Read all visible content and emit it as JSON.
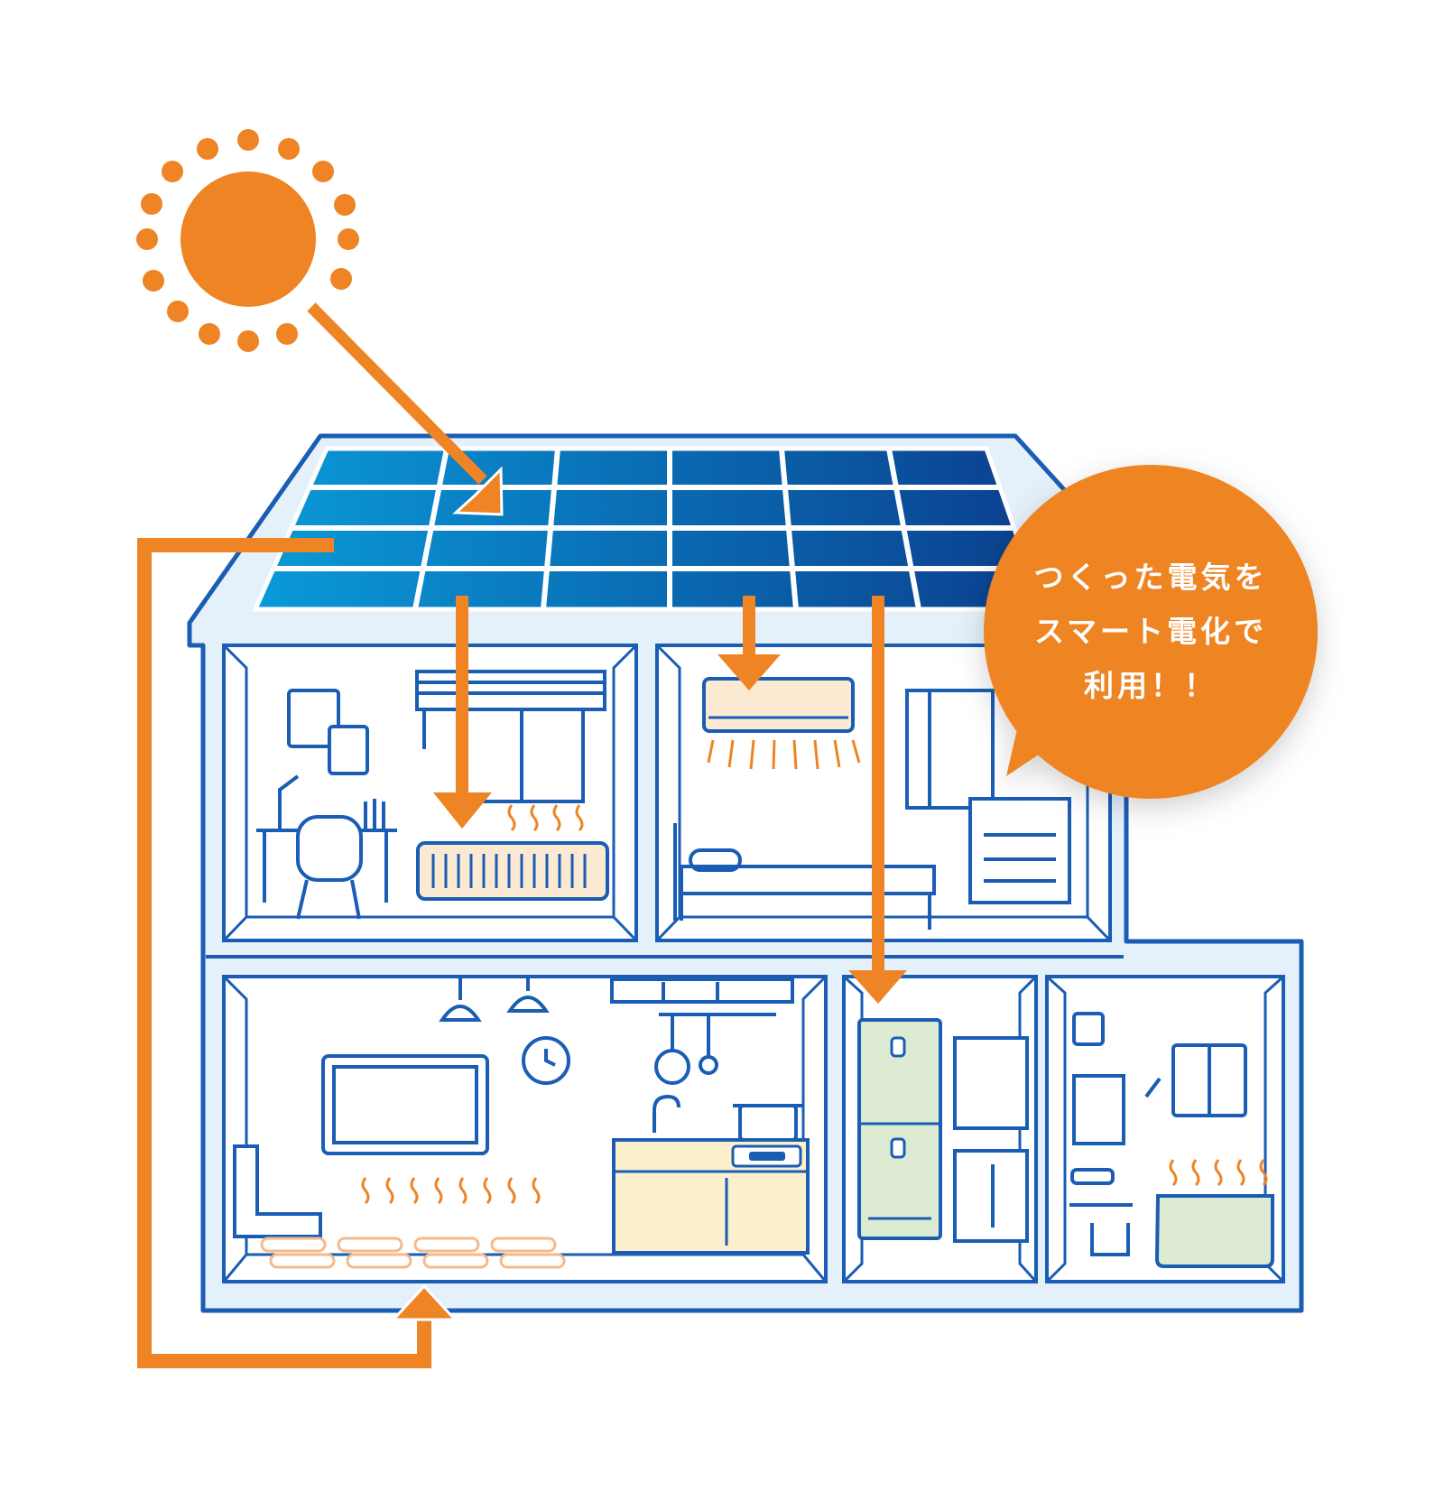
{
  "callout": {
    "lines": [
      "つくった電気を",
      "スマート電化で",
      "利用！！"
    ]
  },
  "colors": {
    "orange": "#EE8424",
    "line_blue": "#1A5DB4",
    "house_fill": "#E4F1FB",
    "panel_light": "#0A9AD9",
    "panel_dark": "#0B3F8E",
    "warm_fill": "#FCE9D2",
    "cream_fill": "#FCF0CC",
    "green_fill": "#DDEBD3"
  },
  "icons": [
    "sun-icon",
    "solar-panel-icon",
    "house-icon",
    "heater-icon",
    "air-conditioner-icon",
    "floor-heating-icon",
    "ih-cooktop-icon",
    "heat-pump-water-heater-icon",
    "bathtub-icon"
  ]
}
